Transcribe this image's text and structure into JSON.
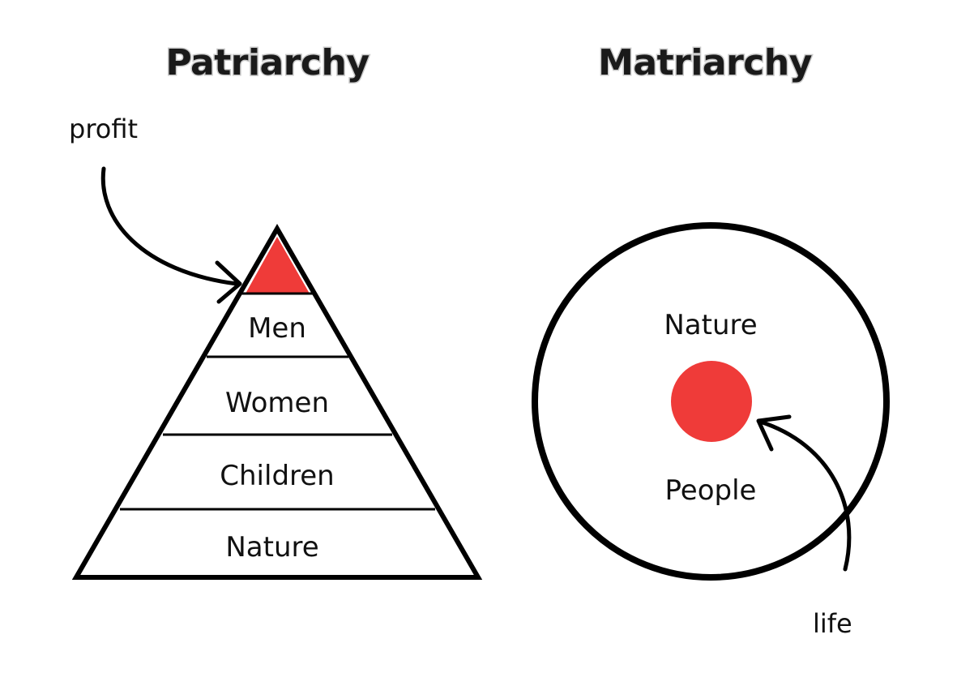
{
  "titles": {
    "left": "Patriarchy",
    "right": "Matriarchy"
  },
  "pyramid": {
    "apex_color": "#ef3b39",
    "levels": [
      "Men",
      "Women",
      "Children",
      "Nature"
    ],
    "callout": "profit"
  },
  "circle": {
    "outer_label": "Nature",
    "inner_label": "People",
    "core_color": "#ef3b39",
    "callout": "life"
  }
}
